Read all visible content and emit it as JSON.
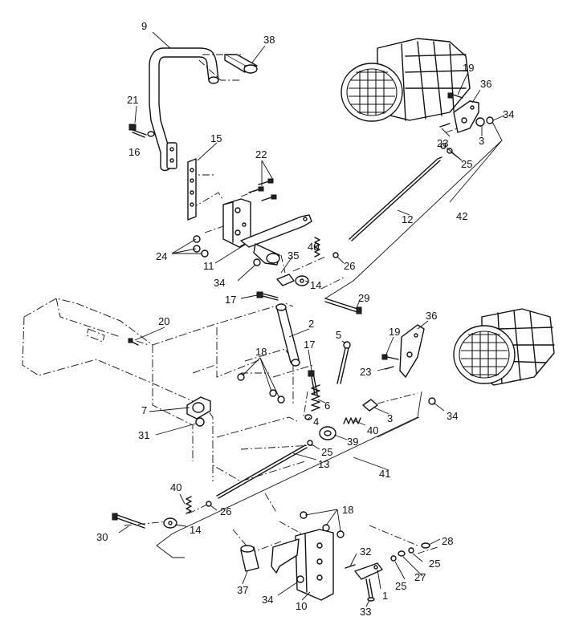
{
  "diagram": {
    "callouts": [
      {
        "id": "c9",
        "text": "9"
      },
      {
        "id": "c38",
        "text": "38"
      },
      {
        "id": "c21",
        "text": "21"
      },
      {
        "id": "c16",
        "text": "16"
      },
      {
        "id": "c15",
        "text": "15"
      },
      {
        "id": "c22",
        "text": "22"
      },
      {
        "id": "c24",
        "text": "24"
      },
      {
        "id": "c11",
        "text": "11"
      },
      {
        "id": "c34a",
        "text": "34"
      },
      {
        "id": "c35",
        "text": "35"
      },
      {
        "id": "c40a",
        "text": "40"
      },
      {
        "id": "c26a",
        "text": "26"
      },
      {
        "id": "c14a",
        "text": "14"
      },
      {
        "id": "c17a",
        "text": "17"
      },
      {
        "id": "c29",
        "text": "29"
      },
      {
        "id": "c19a",
        "text": "19"
      },
      {
        "id": "c36a",
        "text": "36"
      },
      {
        "id": "c34b",
        "text": "34"
      },
      {
        "id": "c23a",
        "text": "23"
      },
      {
        "id": "c3a",
        "text": "3"
      },
      {
        "id": "c25a",
        "text": "25"
      },
      {
        "id": "c12",
        "text": "12"
      },
      {
        "id": "c42",
        "text": "42"
      },
      {
        "id": "c20",
        "text": "20"
      },
      {
        "id": "c2",
        "text": "2"
      },
      {
        "id": "c5",
        "text": "5"
      },
      {
        "id": "c19b",
        "text": "19"
      },
      {
        "id": "c36b",
        "text": "36"
      },
      {
        "id": "c18a",
        "text": "18"
      },
      {
        "id": "c17b",
        "text": "17"
      },
      {
        "id": "c23b",
        "text": "23"
      },
      {
        "id": "c7",
        "text": "7"
      },
      {
        "id": "c31",
        "text": "31"
      },
      {
        "id": "c6",
        "text": "6"
      },
      {
        "id": "c4",
        "text": "4"
      },
      {
        "id": "c40b",
        "text": "40"
      },
      {
        "id": "c3b",
        "text": "3"
      },
      {
        "id": "c34c",
        "text": "34"
      },
      {
        "id": "c39",
        "text": "39"
      },
      {
        "id": "c25b",
        "text": "25"
      },
      {
        "id": "c13",
        "text": "13"
      },
      {
        "id": "c41",
        "text": "41"
      },
      {
        "id": "c40c",
        "text": "40"
      },
      {
        "id": "c26b",
        "text": "26"
      },
      {
        "id": "c30",
        "text": "30"
      },
      {
        "id": "c14b",
        "text": "14"
      },
      {
        "id": "c18b",
        "text": "18"
      },
      {
        "id": "c28",
        "text": "28"
      },
      {
        "id": "c32",
        "text": "32"
      },
      {
        "id": "c25c",
        "text": "25"
      },
      {
        "id": "c27",
        "text": "27"
      },
      {
        "id": "c25d",
        "text": "25"
      },
      {
        "id": "c1",
        "text": "1"
      },
      {
        "id": "c37",
        "text": "37"
      },
      {
        "id": "c34d",
        "text": "34"
      },
      {
        "id": "c10",
        "text": "10"
      },
      {
        "id": "c33",
        "text": "33"
      }
    ]
  }
}
